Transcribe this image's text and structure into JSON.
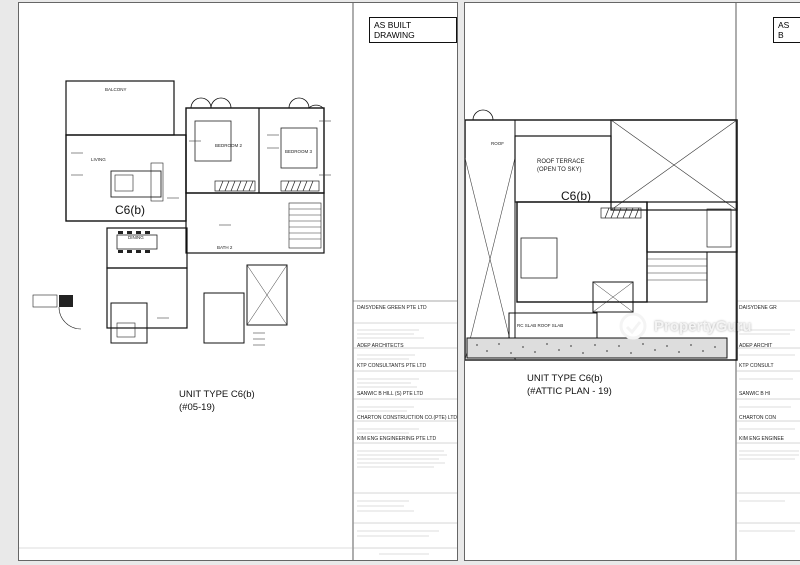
{
  "left_sheet": {
    "stamp": "AS BUILT DRAWING",
    "unit_tag": "C6(b)",
    "caption_line1": "UNIT TYPE C6(b)",
    "caption_line2": "(#05-19)",
    "rooms": {
      "balcony": "BALCONY",
      "living": "LIVING",
      "dining": "DINING",
      "bedroom2": "BEDROOM 2",
      "bedroom3": "BEDROOM 3",
      "bath2": "BATH 2"
    },
    "title_block": {
      "developer": "DAISYDENE GREEN PTE LTD",
      "architect": "ADEP ARCHITECTS",
      "engineer": "KTP CONSULTANTS PTE LTD",
      "me_engineer": "SANWIC B HILL (S) PTE LTD",
      "contractor": "CHARTON CONSTRUCTION CO.(PTE) LTD",
      "subcontractor": "KIM ENG ENGINEERING PTE LTD"
    }
  },
  "right_sheet": {
    "stamp": "AS B",
    "unit_tag": "C6(b)",
    "caption_line1": "UNIT TYPE C6(b)",
    "caption_line2": "(#ATTIC PLAN - 19)",
    "rooms": {
      "roof": "ROOF",
      "roof_terrace": "ROOF TERRACE",
      "open_to_sky": "(OPEN TO SKY)",
      "roof_slab": "RC SLAB ROOF SLAB"
    },
    "title_block": {
      "developer": "DAISYDENE GR",
      "architect": "ADEP ARCHIT",
      "engineer": "KTP CONSULT",
      "me_engineer": "SANWIC B HI",
      "contractor": "CHARTON CON",
      "subcontractor": "KIM ENG ENGINEE"
    }
  },
  "watermark": {
    "text": "PropertyGuru",
    "icon": "propertyguru-logo-icon"
  }
}
